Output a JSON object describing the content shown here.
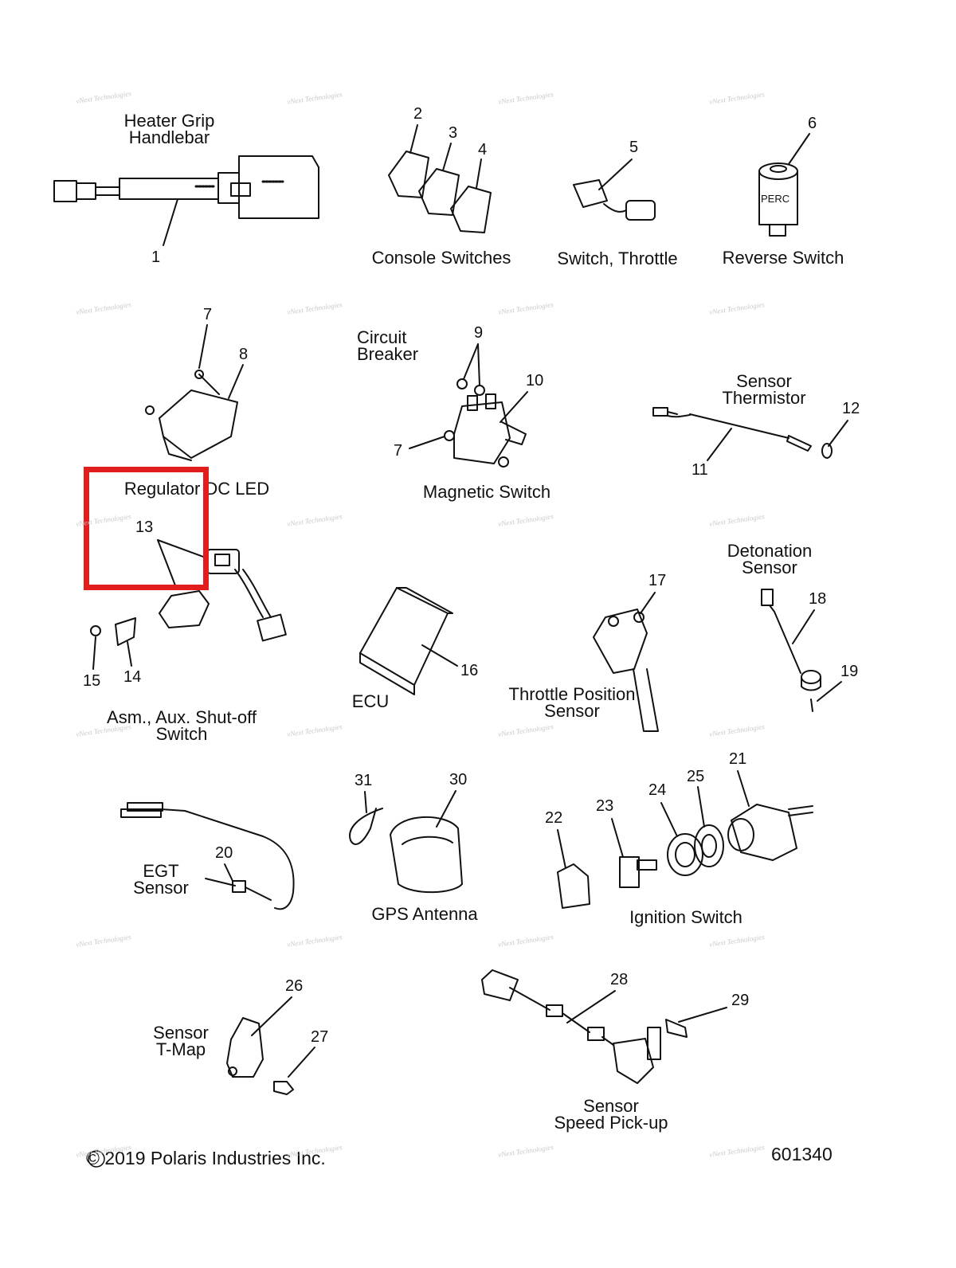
{
  "watermark": "vNext Technologies",
  "highlight_color": "#e21d1d",
  "groups": {
    "heater_grip": "Heater Grip\nHandlebar",
    "console_switches": "Console Switches",
    "switch_throttle": "Switch, Throttle",
    "reverse_switch": "Reverse Switch",
    "circuit_breaker": "Circuit\nBreaker",
    "sensor_thermistor": "Sensor\nThermistor",
    "regulator": "Regulator DC LED",
    "magnetic_switch": "Magnetic Switch",
    "detonation_sensor": "Detonation\nSensor",
    "ecu": "ECU",
    "throttle_position": "Throttle Position\nSensor",
    "aux_shutoff": "Asm., Aux. Shut-off\nSwitch",
    "egt_sensor": "EGT\nSensor",
    "gps_antenna": "GPS Antenna",
    "ignition_switch": "Ignition Switch",
    "sensor_tmap": "Sensor\nT-Map",
    "speed_pickup": "Sensor\nSpeed Pick-up"
  },
  "part_text": {
    "perc": "PERC"
  },
  "callouts": {
    "c1": "1",
    "c2": "2",
    "c3": "3",
    "c4": "4",
    "c5": "5",
    "c6": "6",
    "c7a": "7",
    "c8": "8",
    "c9": "9",
    "c10": "10",
    "c7b": "7",
    "c11": "11",
    "c12": "12",
    "c13": "13",
    "c14": "14",
    "c15": "15",
    "c16": "16",
    "c17": "17",
    "c18": "18",
    "c19": "19",
    "c20": "20",
    "c21": "21",
    "c22": "22",
    "c23": "23",
    "c24": "24",
    "c25": "25",
    "c26": "26",
    "c27": "27",
    "c28": "28",
    "c29": "29",
    "c30": "30",
    "c31": "31"
  },
  "footer": {
    "copyright": "© 2019 Polaris Industries Inc.",
    "diagram_id": "601340"
  }
}
